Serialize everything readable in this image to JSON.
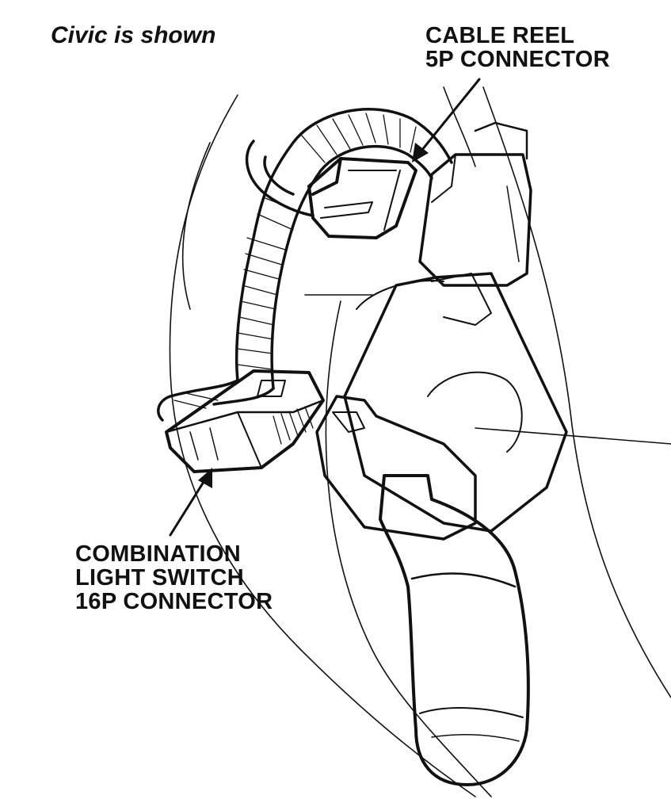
{
  "caption": "Civic is shown",
  "labels": {
    "cable_reel": [
      "CABLE REEL",
      "5P CONNECTOR"
    ],
    "combination_switch": [
      "COMBINATION",
      "LIGHT SWITCH",
      "16P CONNECTOR"
    ]
  },
  "colors": {
    "ink": "#111111",
    "background": "#ffffff"
  }
}
